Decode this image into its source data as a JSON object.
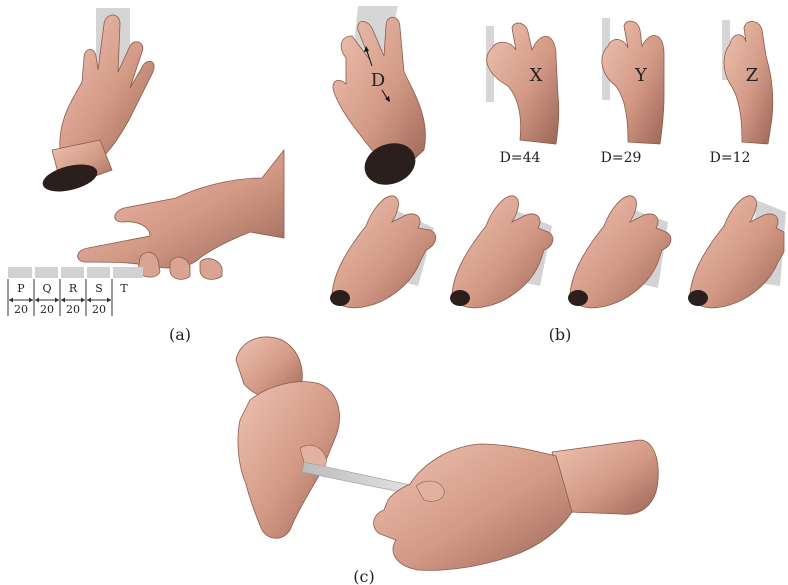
{
  "panels": {
    "a": {
      "caption": "(a)",
      "slots": [
        "P",
        "Q",
        "R",
        "S",
        "T"
      ],
      "spacing": [
        "20",
        "20",
        "20",
        "20"
      ]
    },
    "b": {
      "caption": "(b)",
      "grip_label": "D",
      "grips": [
        {
          "letter": "X",
          "distance": "D=44"
        },
        {
          "letter": "Y",
          "distance": "D=29"
        },
        {
          "letter": "Z",
          "distance": "D=12"
        }
      ]
    },
    "c": {
      "caption": "(c)"
    }
  },
  "colors": {
    "skin": "#d8a08c",
    "skin_shadow": "#a8705e",
    "cuff": "#2a1f1c",
    "plate": "#cfcfcf"
  }
}
